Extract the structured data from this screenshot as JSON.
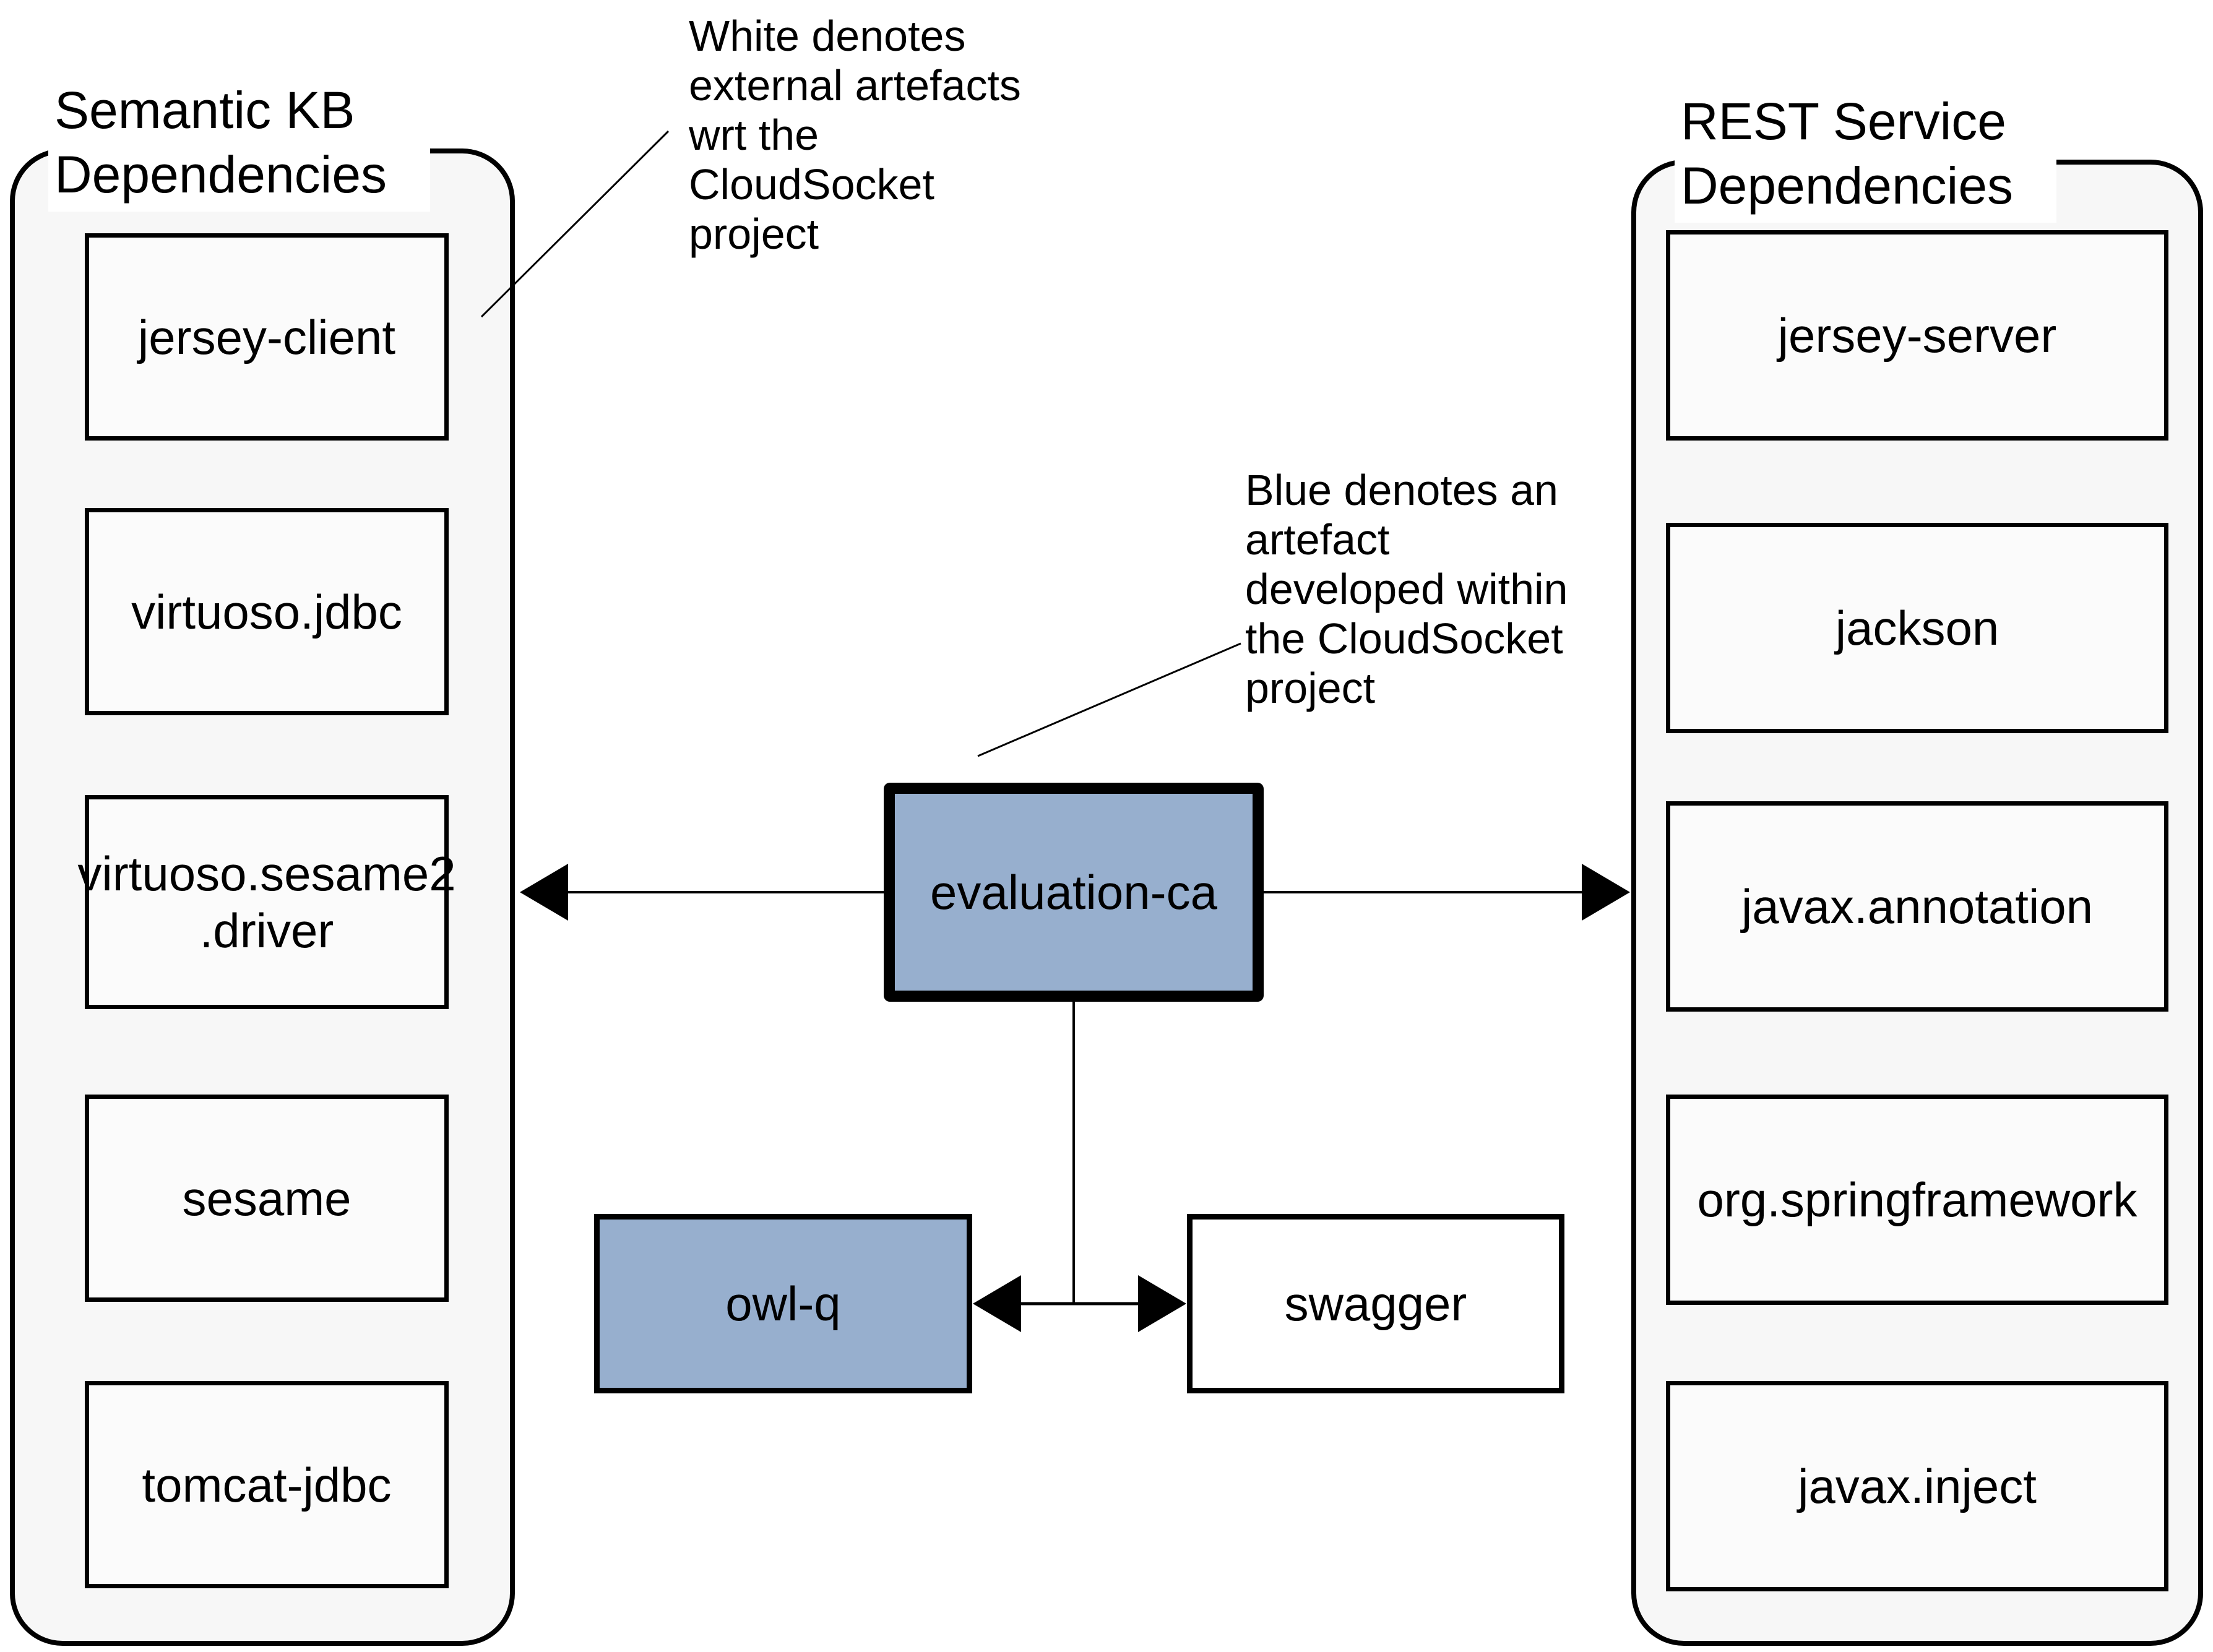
{
  "notes": {
    "white_note": "White denotes\nexternal artefacts\nwrt the\nCloudSocket\nproject",
    "blue_note": "Blue denotes an\nartefact\ndeveloped within\nthe CloudSocket\nproject"
  },
  "groups": {
    "semantic_kb": {
      "label": "Semantic KB\nDependencies",
      "items": [
        "jersey-client",
        "virtuoso.jdbc",
        "virtuoso.sesame2\n.driver",
        "sesame",
        "tomcat-jdbc"
      ]
    },
    "rest_service": {
      "label": "REST Service\nDependencies",
      "items": [
        "jersey-server",
        "jackson",
        "javax.annotation",
        "org.springframework",
        "javax.inject"
      ]
    }
  },
  "nodes": {
    "main": "evaluation-ca",
    "left_child": "owl-q",
    "right_child": "swagger"
  },
  "colors": {
    "internal_artefact_blue": "#97afce",
    "external_artefact_white": "#ffffff",
    "group_fill": "#f7f7f7",
    "box_fill": "#fbfbfb",
    "line_black": "#000000"
  }
}
